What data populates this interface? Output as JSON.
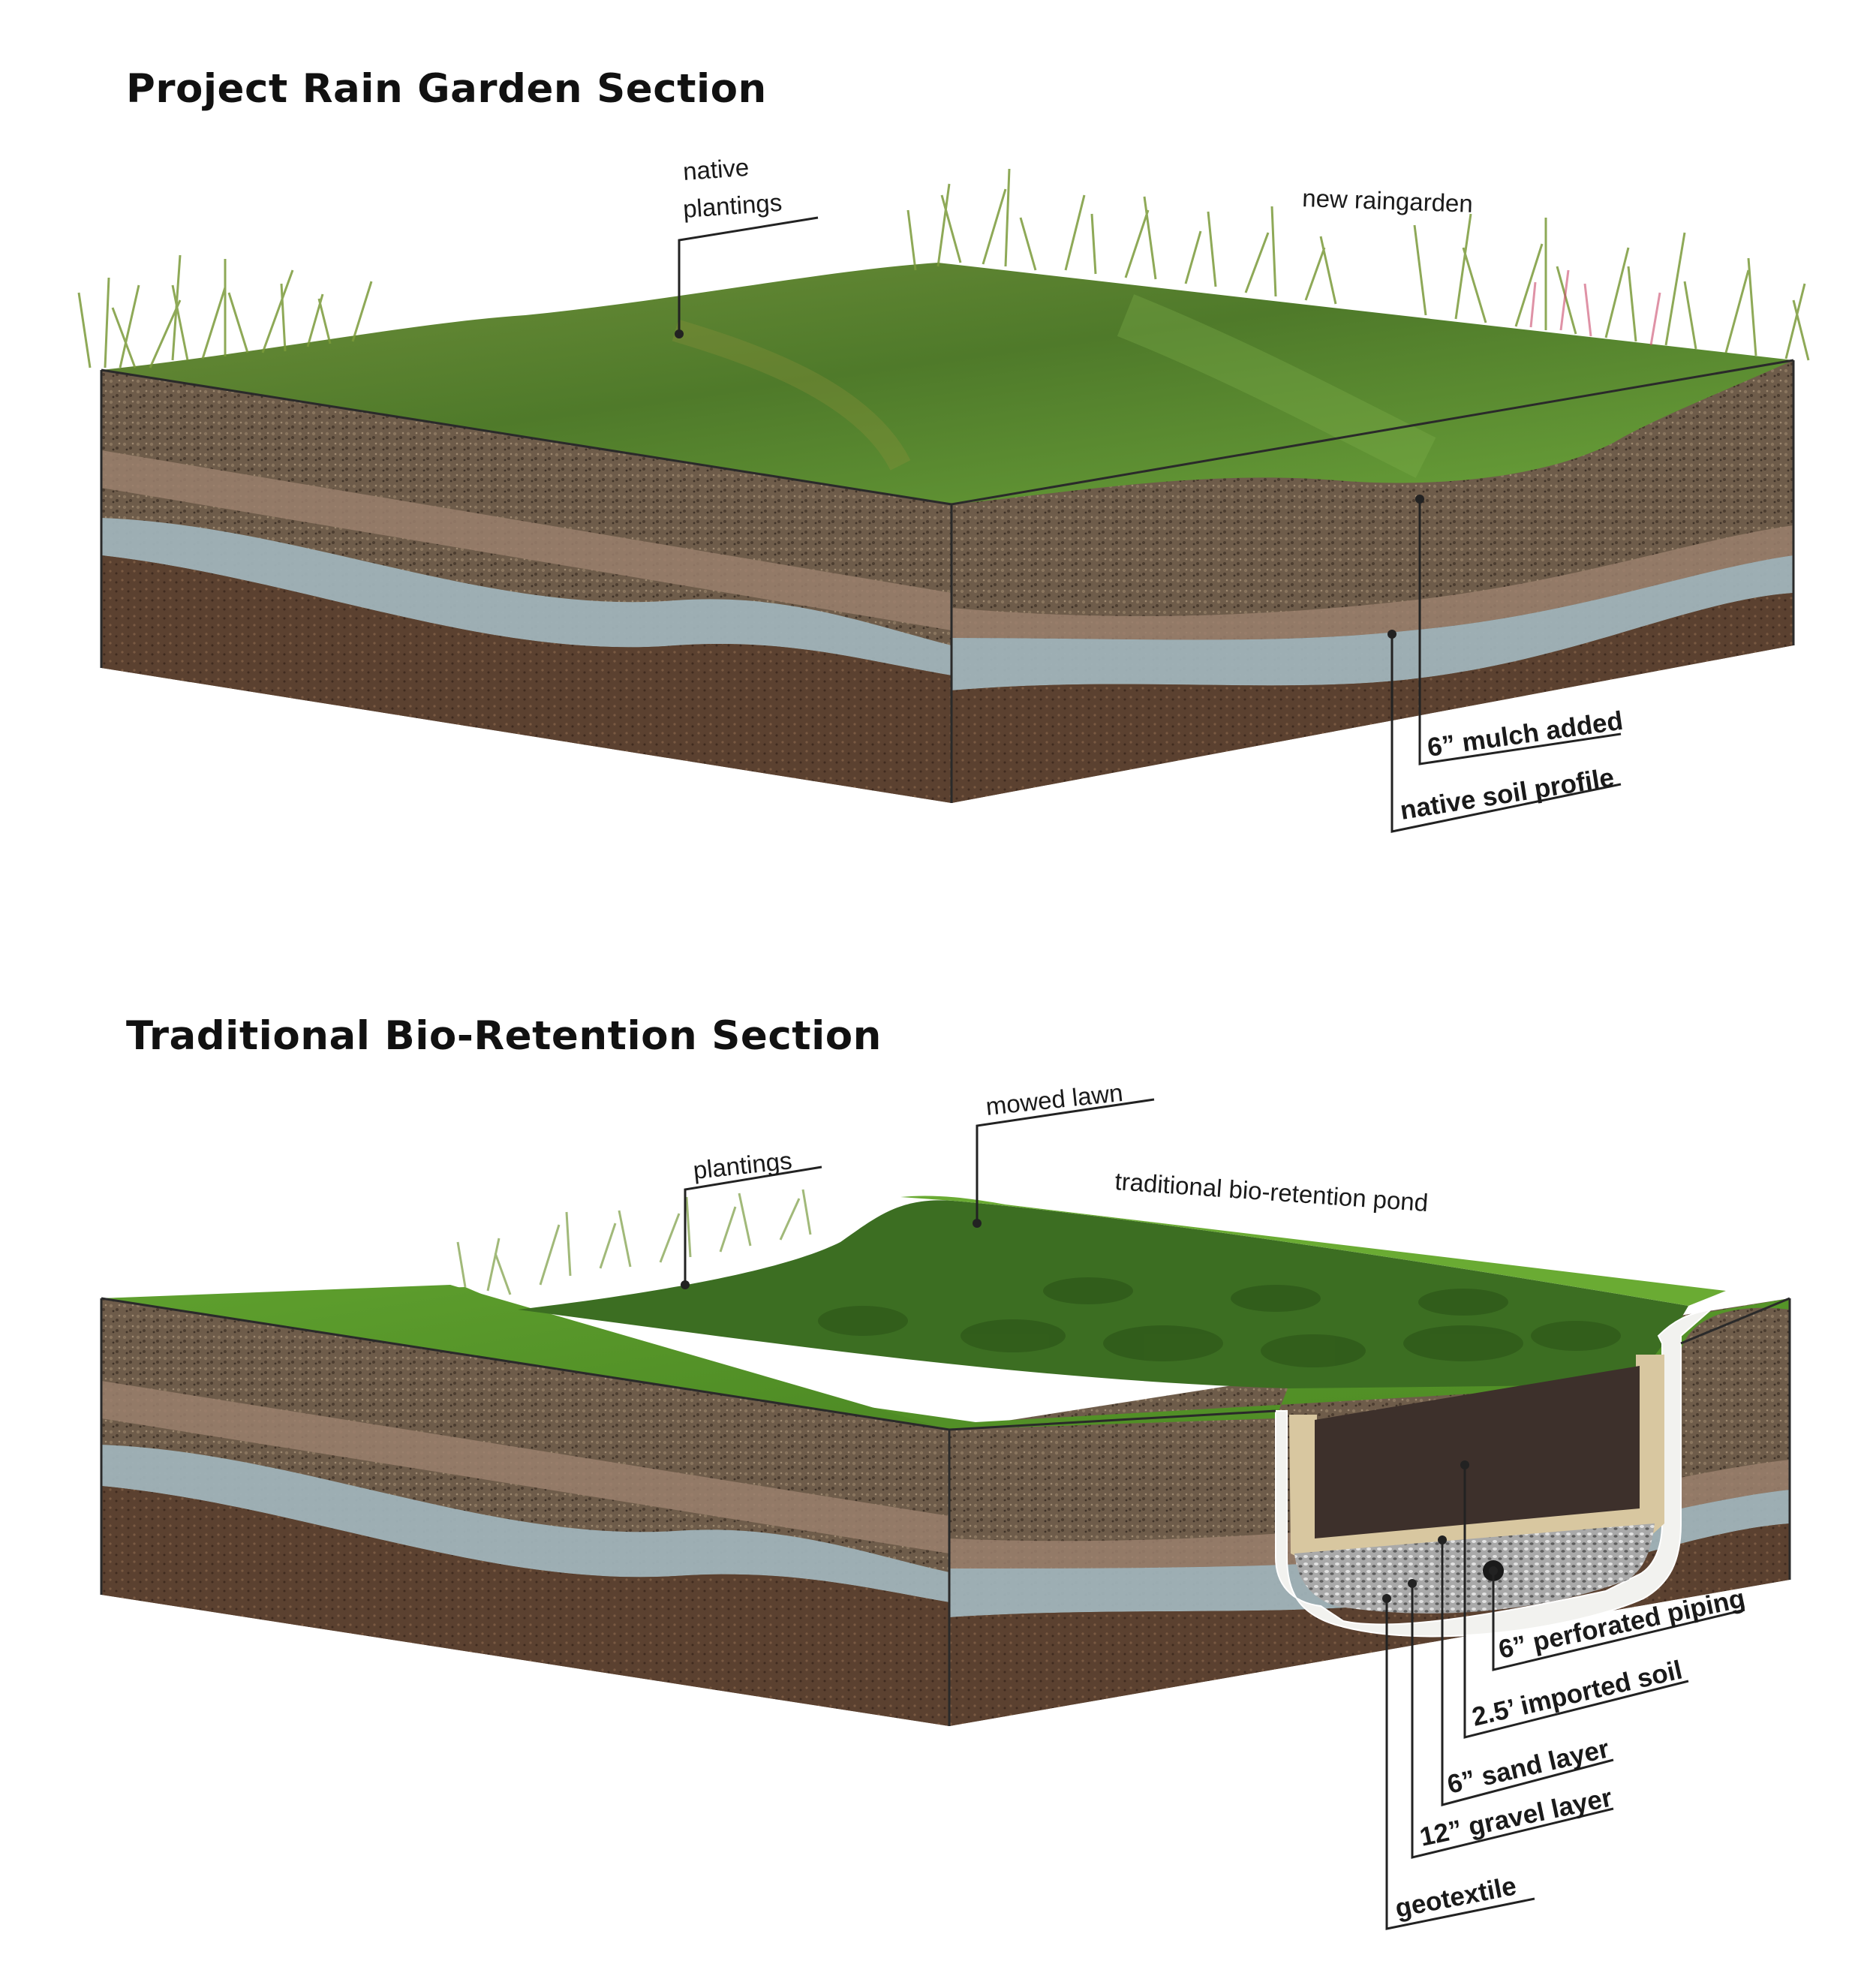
{
  "sections": [
    {
      "title": "Project Rain Garden Section",
      "labels": {
        "native_plantings_line1": "native",
        "native_plantings_line2": "plantings",
        "new_raingarden": "new raingarden",
        "mulch": "6” mulch added",
        "native_soil": "native soil profile"
      }
    },
    {
      "title": "Traditional Bio-Retention Section",
      "labels": {
        "mowed_lawn": "mowed lawn",
        "plantings": "plantings",
        "pond": "traditional bio-retention pond",
        "piping": "6” perforated piping",
        "imported_soil": "2.5’ imported soil",
        "sand": "6” sand layer",
        "gravel": "12” gravel layer",
        "geotextile": "geotextile"
      }
    }
  ],
  "colors": {
    "grass_dark": "#3f6a22",
    "grass_light": "#6fa535",
    "topsoil": "#6b5a48",
    "clay": "#9b8070",
    "blue_layer": "#9fb2b8",
    "deep_soil": "#5a4030",
    "imported_soil": "#3a2e2a",
    "sand": "#d8c7a0",
    "gravel": "#b9b9b9",
    "geotextile": "#f0f0ee"
  }
}
